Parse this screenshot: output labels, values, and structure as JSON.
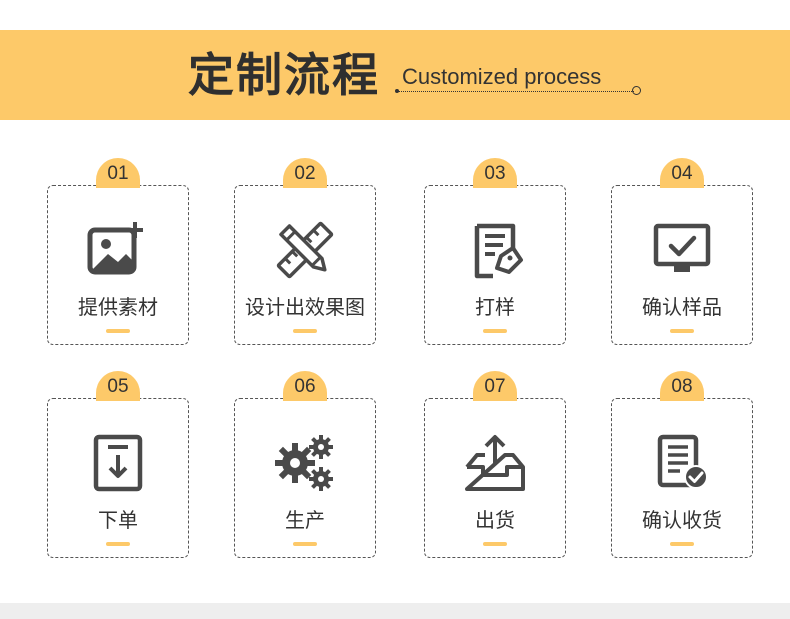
{
  "header": {
    "title_cn": "定制流程",
    "title_en": "Customized process"
  },
  "colors": {
    "accent": "#fdc969",
    "icon": "#4a4a4a",
    "text": "#333333"
  },
  "steps": [
    {
      "number": "01",
      "label": "提供素材",
      "icon": "image-add-icon"
    },
    {
      "number": "02",
      "label": "设计出效果图",
      "icon": "pencil-ruler-icon"
    },
    {
      "number": "03",
      "label": "打样",
      "icon": "document-tag-icon"
    },
    {
      "number": "04",
      "label": "确认样品",
      "icon": "monitor-check-icon"
    },
    {
      "number": "05",
      "label": "下单",
      "icon": "order-download-icon"
    },
    {
      "number": "06",
      "label": "生产",
      "icon": "gears-icon"
    },
    {
      "number": "07",
      "label": "出货",
      "icon": "box-upload-icon"
    },
    {
      "number": "08",
      "label": "确认收货",
      "icon": "checklist-icon"
    }
  ]
}
